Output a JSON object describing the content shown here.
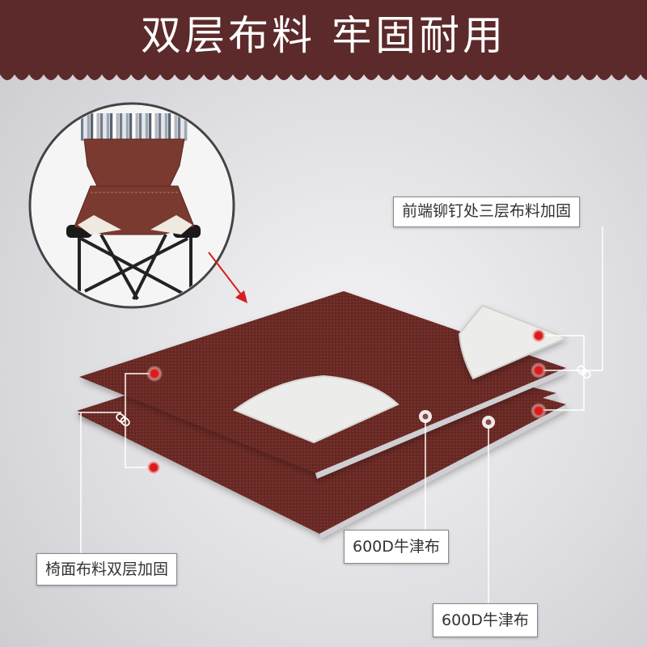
{
  "banner": {
    "title": "双层布料 牢固耐用",
    "color": "#5c2a2a"
  },
  "fabric_color": "#6b2a25",
  "marker_color": "#d81e1e",
  "labels": {
    "rivet_reinforce": "前端铆钉处三层布料加固",
    "seat_reinforce": "椅面布料双层加固",
    "oxford_top": "600D牛津布",
    "oxford_bottom": "600D牛津布"
  }
}
